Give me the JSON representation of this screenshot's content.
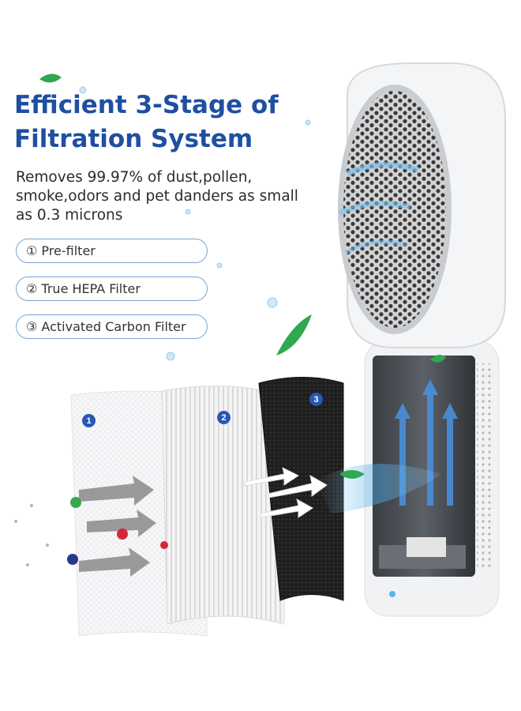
{
  "headline": {
    "line1": "Efficient 3-Stage of",
    "line2": "Filtration System"
  },
  "description": "Removes 99.97% of dust,pollen, smoke,odors and pet danders as small as 0.3 microns",
  "stages": [
    {
      "label": "① Pre-filter"
    },
    {
      "label": "② True HEPA Filter"
    },
    {
      "label": "③ Activated Carbon Filter"
    }
  ],
  "filter_badges": [
    "1",
    "2",
    "3"
  ],
  "colors": {
    "title": "#1f4fa0",
    "pill_border": "#7aa3d6",
    "badge": "#2857b8",
    "leaf": "#2fa84f",
    "airflow": "#4a90d9"
  }
}
